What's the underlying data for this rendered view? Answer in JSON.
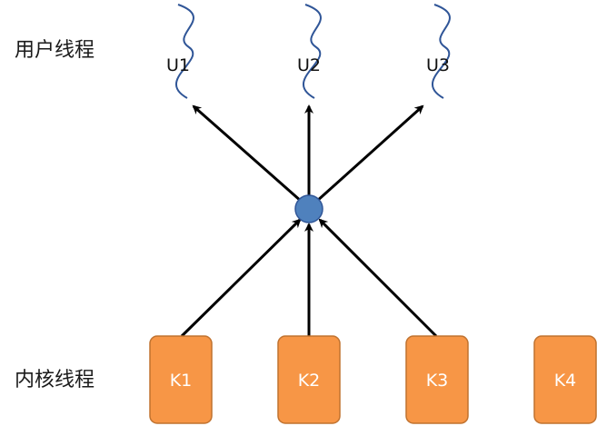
{
  "labels": {
    "user_row": "用户线程",
    "kernel_row": "内核线程"
  },
  "user_threads": [
    "U1",
    "U2",
    "U3"
  ],
  "kernel_threads": [
    "K1",
    "K2",
    "K3",
    "K4"
  ],
  "colors": {
    "kernel_fill": "#f79646",
    "kernel_border": "#c0722f",
    "hub_fill": "#4f81bd",
    "wave_stroke": "#2f5597",
    "arrow": "#000000"
  }
}
